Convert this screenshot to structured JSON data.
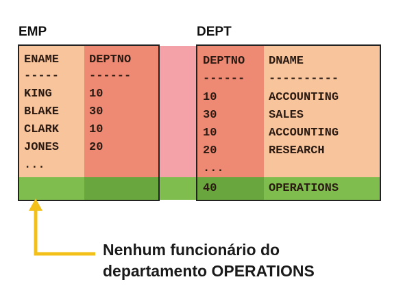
{
  "colors": {
    "peach": "#f8c49c",
    "salmon": "#ee8a74",
    "pink_band": "#f4a2a8",
    "green": "#7fbd4f",
    "green_dark": "#6aa63e",
    "arrow": "#f3c01a"
  },
  "emp": {
    "title": "EMP",
    "columns": [
      "ENAME",
      "DEPTNO"
    ],
    "separator": [
      "-----",
      "------"
    ],
    "rows": [
      [
        "KING",
        "10"
      ],
      [
        "BLAKE",
        "30"
      ],
      [
        "CLARK",
        "10"
      ],
      [
        "JONES",
        "20"
      ]
    ],
    "ellipsis": "..."
  },
  "dept": {
    "title": "DEPT",
    "columns": [
      "DEPTNO",
      "DNAME"
    ],
    "separator": [
      "------",
      "----------"
    ],
    "rows": [
      [
        "10",
        "ACCOUNTING"
      ],
      [
        "30",
        "SALES"
      ],
      [
        "10",
        "ACCOUNTING"
      ],
      [
        "20",
        "RESEARCH"
      ]
    ],
    "ellipsis": "...",
    "highlighted_row": [
      "40",
      "OPERATIONS"
    ]
  },
  "caption": {
    "line1": "Nenhum funcionário do",
    "line2": "departamento OPERATIONS"
  }
}
